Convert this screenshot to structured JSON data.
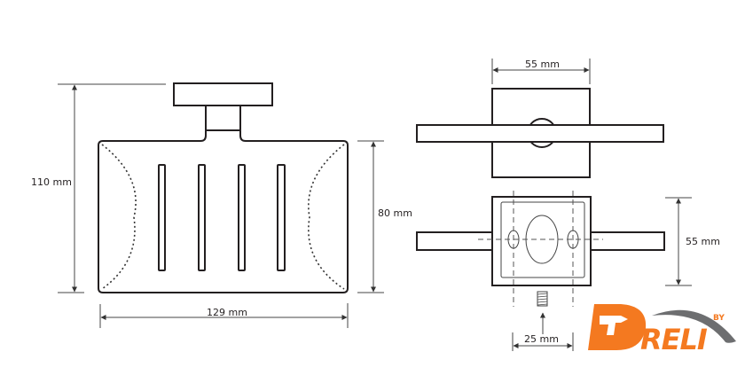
{
  "dimensions": {
    "front_height": "110 mm",
    "front_body_height": "80 mm",
    "front_width": "129 mm",
    "top_width": "55 mm",
    "plate_height": "55 mm",
    "hole_spacing": "25 mm"
  },
  "logo": {
    "brand": "DRELI",
    "prefix": "BY"
  },
  "colors": {
    "logo_orange": "#f47920",
    "logo_grey": "#6d6e70",
    "line": "#231f20"
  }
}
